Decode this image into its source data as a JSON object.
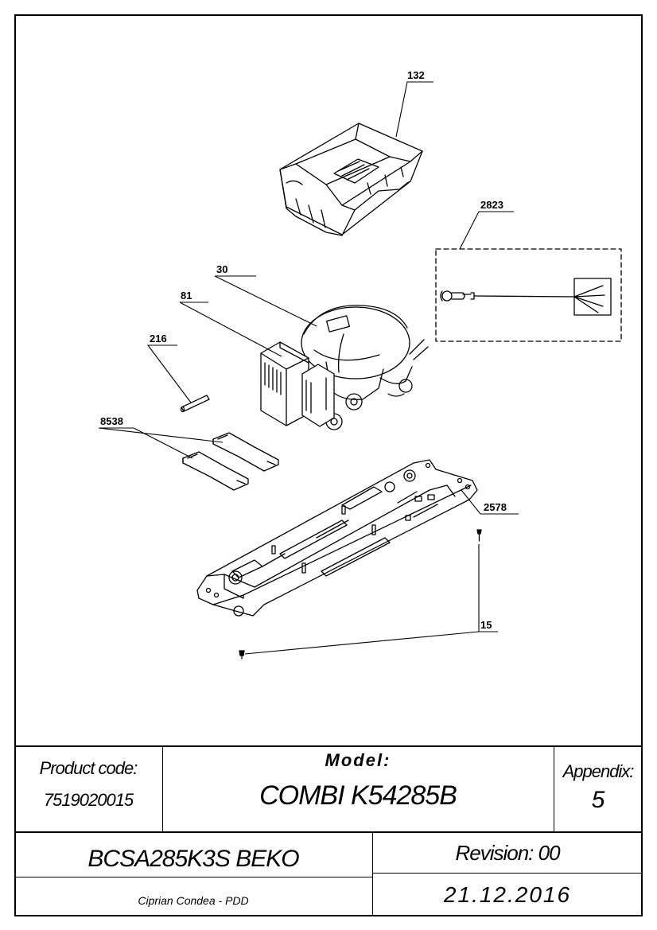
{
  "drawing": {
    "callouts": [
      {
        "id": "c132",
        "label": "132"
      },
      {
        "id": "c2823",
        "label": "2823"
      },
      {
        "id": "c30",
        "label": "30"
      },
      {
        "id": "c81",
        "label": "81"
      },
      {
        "id": "c216",
        "label": "216"
      },
      {
        "id": "c8538",
        "label": "8538"
      },
      {
        "id": "c2578",
        "label": "2578"
      },
      {
        "id": "c15",
        "label": "15"
      }
    ]
  },
  "title_block": {
    "product_code_label": "Product code:",
    "product_code": "7519020015",
    "model_label": "Model:",
    "model": "COMBI K54285B",
    "appendix_label": "Appendix:",
    "appendix": "5",
    "product_name": "BCSA285K3S BEKO",
    "revision": "Revision: 00",
    "author": "Ciprian Condea - PDD",
    "date": "21.12.2016"
  }
}
